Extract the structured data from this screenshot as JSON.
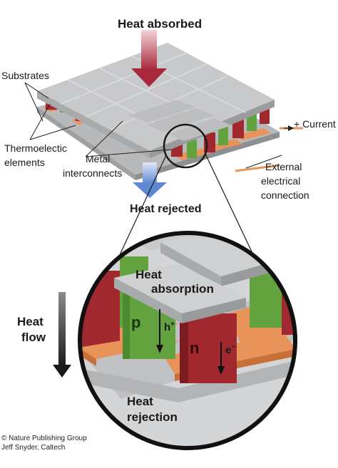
{
  "labels": {
    "heat_absorbed": "Heat absorbed",
    "substrates": "Substrates",
    "current": "+ Current",
    "thermoelectic": "Thermoelectic",
    "elements": "elements",
    "metal": "Metal",
    "interconnects": "interconnects",
    "external": "External",
    "electrical": "electrical",
    "connection": "connection",
    "heat_rejected": "Heat rejected",
    "heat_absorption_1": "Heat",
    "heat_absorption_2": "absorption",
    "heat_flow_1": "Heat",
    "heat_flow_2": "flow",
    "p_label": "p",
    "n_label": "n",
    "h_label": "h",
    "h_sup": "+",
    "e_label": "e",
    "e_sup": "−",
    "heat_rejection_1": "Heat",
    "heat_rejection_2": "rejection"
  },
  "credits": {
    "line1": "© Nature Publishing Group",
    "line2": "Jeff Snyder, Caltech"
  },
  "colors": {
    "substrate": "#c8c9cb",
    "p_element": "#62a33f",
    "n_element": "#a0282e",
    "interconnect": "#e8935a",
    "hot_arrow": "#b03545",
    "cold_arrow": "#6f95d6"
  }
}
